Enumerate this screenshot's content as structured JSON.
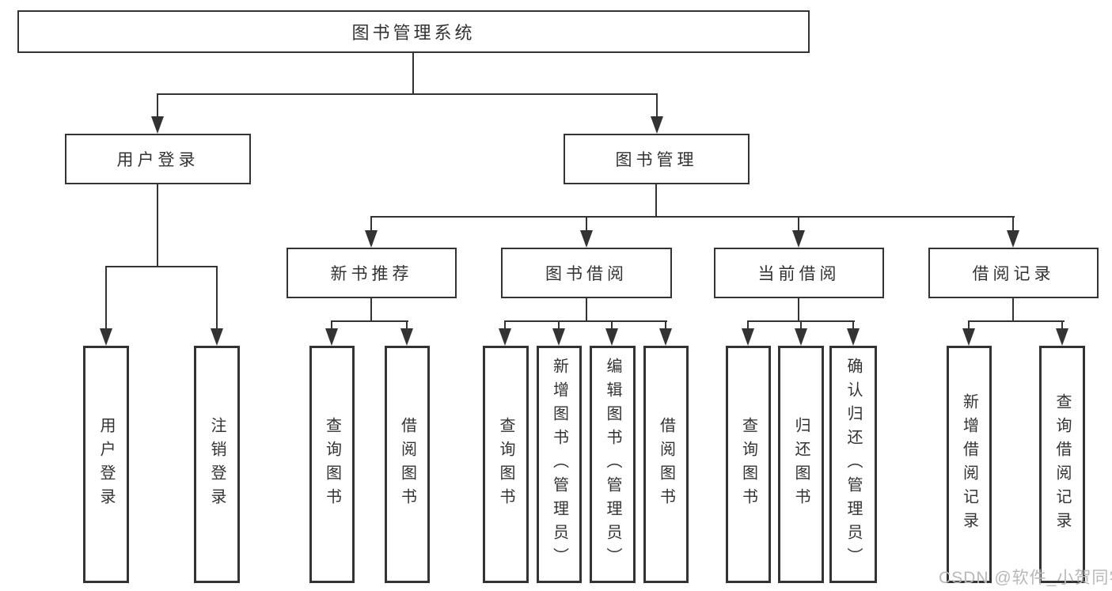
{
  "root": {
    "label": "图书管理系统"
  },
  "user_login": {
    "label": "用户登录",
    "children": [
      {
        "label": "用户登录"
      },
      {
        "label": "注销登录"
      }
    ]
  },
  "book_mgmt": {
    "label": "图书管理"
  },
  "new_books": {
    "label": "新书推荐",
    "children": [
      {
        "label": "查询图书"
      },
      {
        "label": "借阅图书"
      }
    ]
  },
  "borrowing": {
    "label": "图书借阅",
    "children": [
      {
        "label": "查询图书"
      },
      {
        "label": "新增图书（管理员）"
      },
      {
        "label": "编辑图书（管理员）"
      },
      {
        "label": "借阅图书"
      }
    ]
  },
  "current": {
    "label": "当前借阅",
    "children": [
      {
        "label": "查询图书"
      },
      {
        "label": "归还图书"
      },
      {
        "label": "确认归还（管理员）"
      }
    ]
  },
  "records": {
    "label": "借阅记录",
    "children": [
      {
        "label": "新增借阅记录"
      },
      {
        "label": "查询借阅记录"
      }
    ]
  },
  "watermark": {
    "text": "CSDN @软件_小贺同学"
  },
  "colors": {
    "line": "#333333",
    "box_background": "#ffffff",
    "text": "#333333",
    "watermark_text": "#b8b8b8"
  }
}
